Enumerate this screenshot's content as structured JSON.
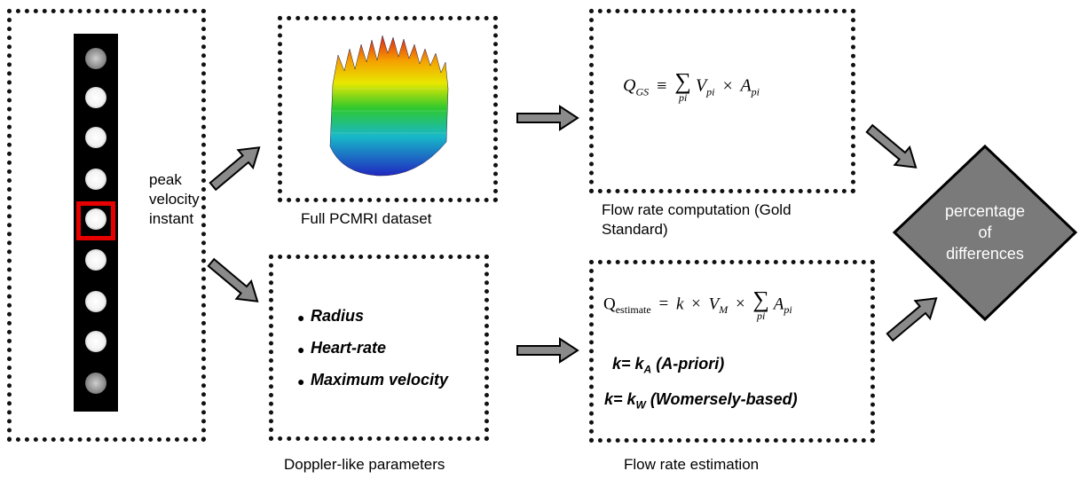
{
  "labels": {
    "peak": "peak",
    "velocity": "velocity",
    "instant": "instant",
    "full_dataset": "Full PCMRI dataset",
    "doppler_params": "Doppler-like parameters",
    "gold_line1": "Flow rate computation (Gold",
    "gold_line2": "Standard)",
    "estimation": "Flow rate estimation"
  },
  "parameters": [
    "Radius",
    "Heart-rate",
    "Maximum velocity"
  ],
  "formulas": {
    "gold": {
      "lhs": "Q",
      "lhs_sub": "GS",
      "equiv": "≡",
      "sum": "∑",
      "sum_sub": "pi",
      "v": "V",
      "v_sub": "pi",
      "times": "×",
      "a": "A",
      "a_sub": "pi"
    },
    "estimate": {
      "lhs": "Q",
      "lhs_sub": "estimate",
      "eq": "=",
      "k": "k",
      "times": "×",
      "v": "V",
      "v_sub": "M",
      "sum": "∑",
      "sum_sub": "pi",
      "a": "A",
      "a_sub": "pi"
    }
  },
  "k_options": [
    {
      "prefix": "k= k",
      "sub": "A",
      "suffix": " (A-priori)"
    },
    {
      "prefix": "k= k",
      "sub": "W",
      "suffix": " (Womersely-based)"
    }
  ],
  "diamond": {
    "line1": "percentage",
    "line2": "of",
    "line3": "differences"
  },
  "colors": {
    "arrow_fill": "#8a8a8a",
    "diamond_fill": "#7a7a7a",
    "highlight": "#e60000"
  }
}
